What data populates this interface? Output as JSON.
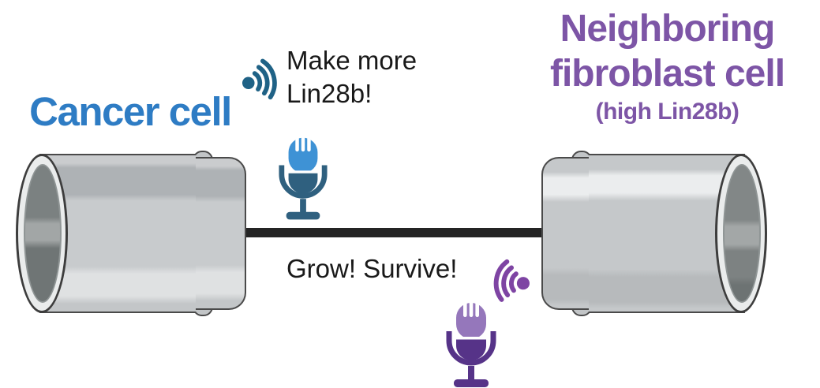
{
  "diagram": {
    "title_left": "Cancer cell",
    "title_right_line1": "Neighboring",
    "title_right_line2": "fibroblast cell",
    "title_right_subtitle": "(high Lin28b)",
    "message_cancer_to_fibroblast_line1": "Make more",
    "message_cancer_to_fibroblast_line2": "Lin28b!",
    "message_fibroblast_to_cancer": "Grow! Survive!",
    "icons": [
      "sound-waves-icon-blue",
      "microphone-icon-blue",
      "sound-waves-icon-purple",
      "microphone-icon-purple",
      "tin-can-left",
      "tin-can-right",
      "string-line"
    ]
  },
  "colors": {
    "cancer-accent": "#2e7cc4",
    "fibroblast-accent": "#7d55a6",
    "message-text": "#191919",
    "string-color": "#242424",
    "wave-blue": "#1f6286",
    "mic-blue-light": "#3e92d5",
    "mic-blue-dark": "#2f607f",
    "wave-purple": "#7e44a3",
    "mic-purple-light": "#9577bb",
    "mic-purple-dark": "#563388",
    "can-outline": "#4a4a4a"
  }
}
